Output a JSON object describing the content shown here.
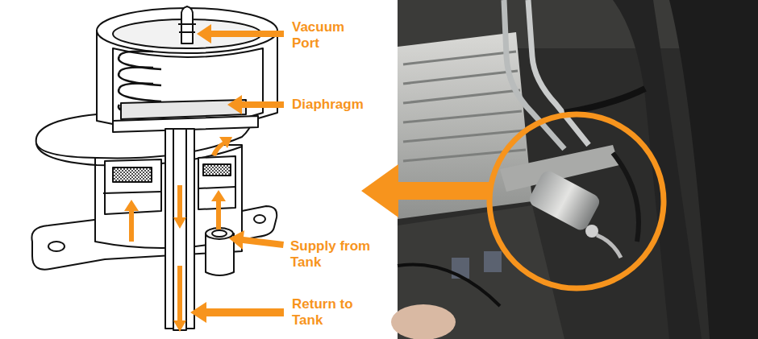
{
  "diagram": {
    "labels": [
      "Vacuum Port",
      "Diaphragm",
      "Supply from Tank",
      "Return to Tank"
    ]
  }
}
